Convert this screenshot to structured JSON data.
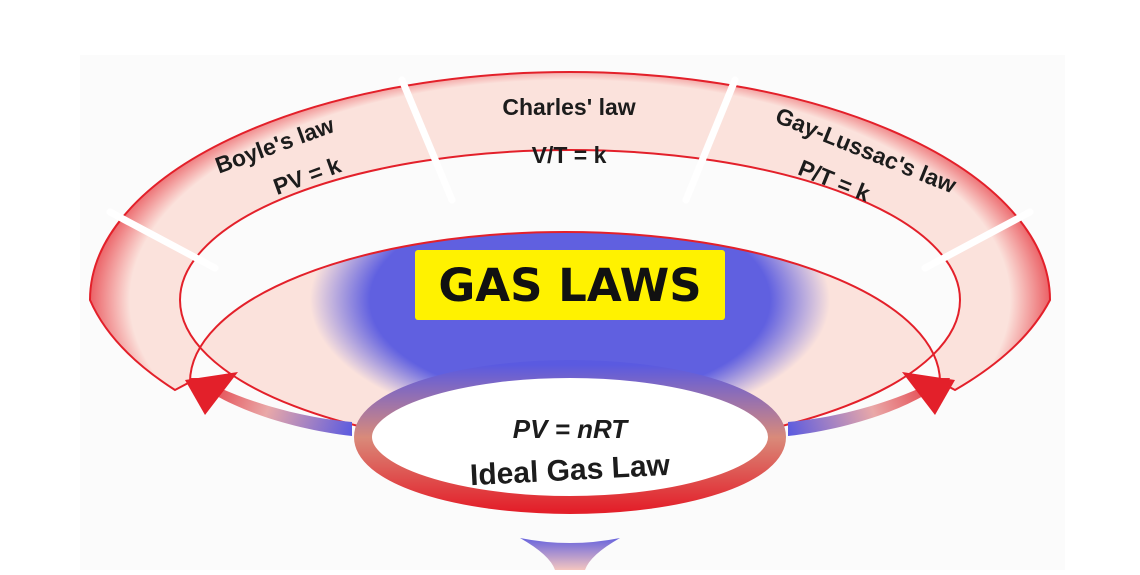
{
  "title": "GAS LAWS",
  "colors": {
    "title_background": "#fff200",
    "ring_red": "#e8232c",
    "ring_blue": "#5b5bd6",
    "segment_fill": "#fbe2dc"
  },
  "segments": [
    {
      "law": "Boyle's law",
      "equation": "PV = k"
    },
    {
      "law": "Charles' law",
      "equation": "V/T = k"
    },
    {
      "law": "Gay-Lussac's law",
      "equation": "P/T = k"
    }
  ],
  "center": {
    "equation": "PV = nRT",
    "label": "Ideal Gas Law"
  }
}
